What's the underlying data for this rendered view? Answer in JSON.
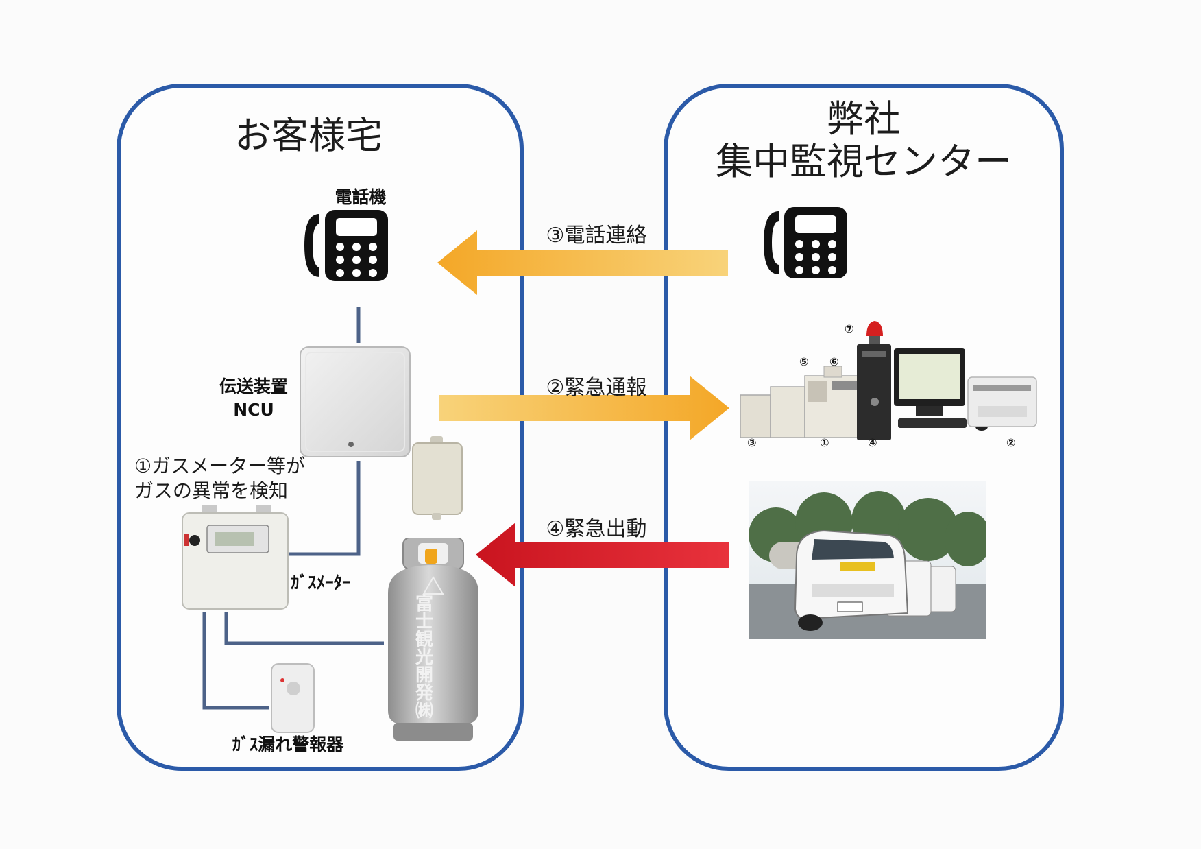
{
  "customer": {
    "title": "お客様宅",
    "phone_label": "電話機",
    "ncu_label_line1": "伝送装置",
    "ncu_label_line2": "NCU",
    "detect_line1": "①ガスメーター等が",
    "detect_line2": "ガスの異常を検知",
    "meter_label": "ｶﾞｽﾒｰﾀｰ",
    "alarm_label": "ｶﾞｽ漏れ警報器",
    "cylinder_text_main": "富士観光開発㈱"
  },
  "center": {
    "title_line1": "弊社",
    "title_line2": "集中監視センター",
    "equipment_numbers": [
      "①",
      "②",
      "③",
      "④",
      "⑤",
      "⑥",
      "⑦"
    ]
  },
  "arrows": {
    "phone_contact": "③電話連絡",
    "emergency_report": "②緊急通報",
    "emergency_dispatch": "④緊急出動"
  },
  "colors": {
    "border_blue": "#2b5aa8",
    "arrow_orange": "#f6b335",
    "arrow_red": "#d8202a"
  }
}
